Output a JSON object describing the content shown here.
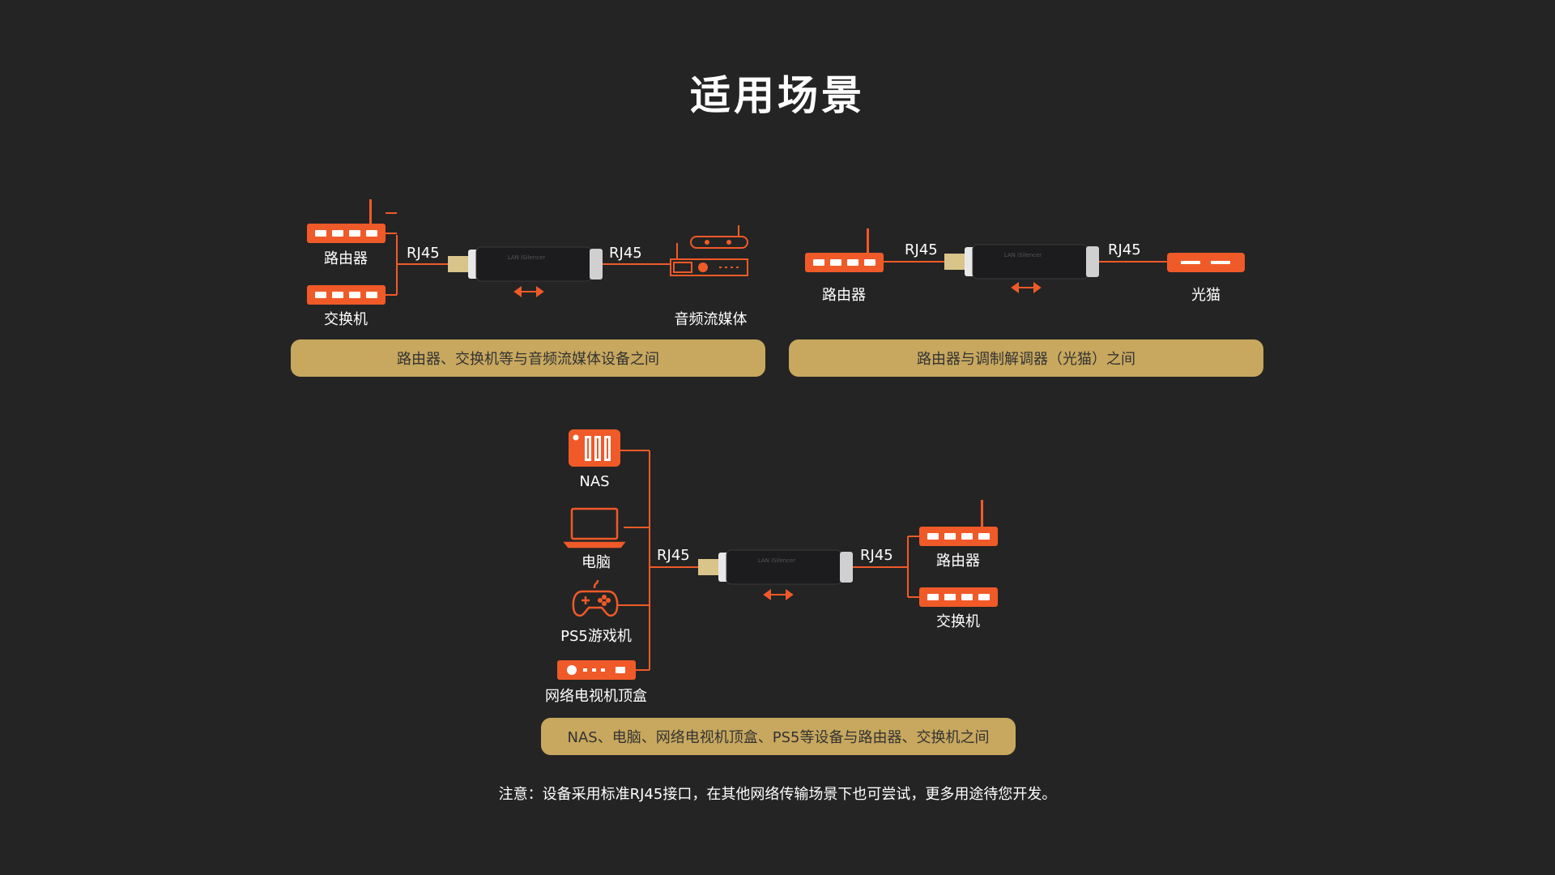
{
  "title": "适用场景",
  "accent_color": "#f05a28",
  "bar_color": "#c8a85e",
  "connector_label": "RJ45",
  "scenario1": {
    "devices": [
      "路由器",
      "交换机",
      "音频流媒体"
    ],
    "caption": "路由器、交换机等与音频流媒体设备之间"
  },
  "scenario2": {
    "devices": [
      "路由器",
      "光猫"
    ],
    "caption": "路由器与调制解调器（光猫）之间"
  },
  "scenario3": {
    "devices": [
      "NAS",
      "电脑",
      "PS5游戏机",
      "网络电视机顶盒",
      "路由器",
      "交换机"
    ],
    "caption": "NAS、电脑、网络电视机顶盒、PS5等设备与路由器、交换机之间"
  },
  "product_text": "LAN iSilencer",
  "note": "注意：设备采用标准RJ45接口，在其他网络传输场景下也可尝试，更多用途待您开发。",
  "icons": [
    "router-icon",
    "switch-icon",
    "audio-streamer-icon",
    "optical-modem-icon",
    "nas-icon",
    "laptop-icon",
    "gamepad-icon",
    "set-top-box-icon",
    "double-arrow-icon"
  ]
}
